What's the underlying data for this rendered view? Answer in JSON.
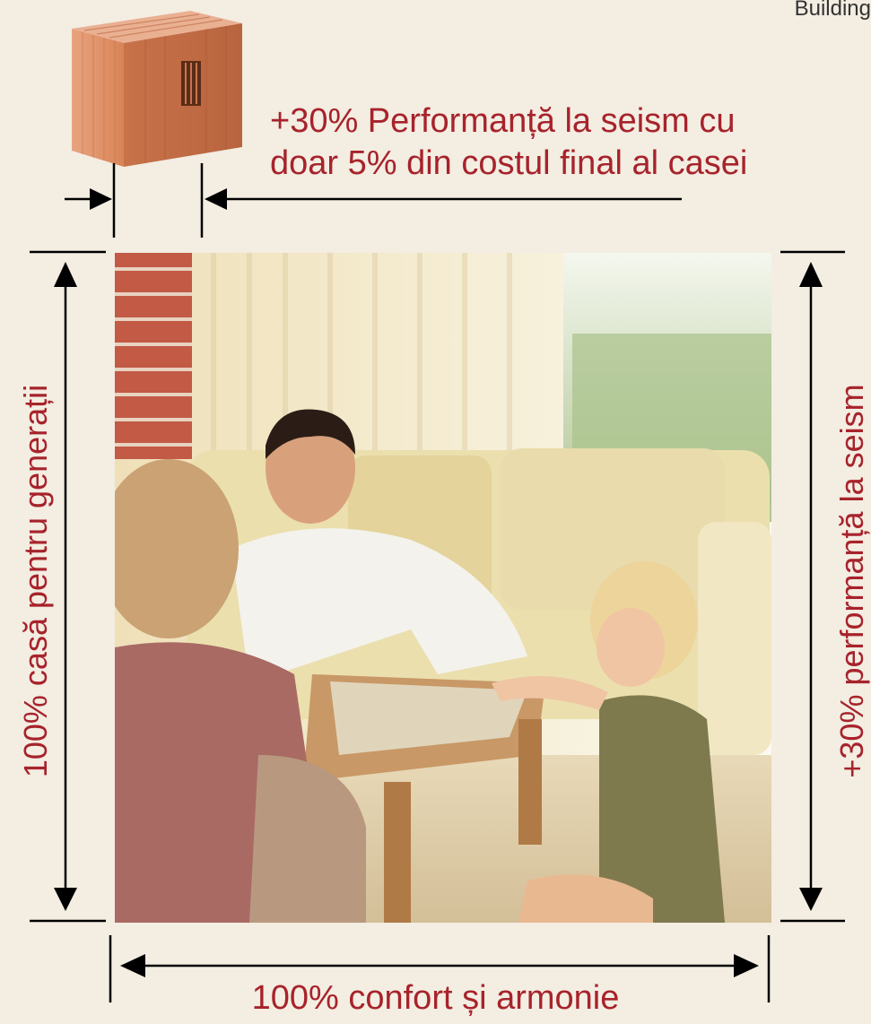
{
  "brand": {
    "text": "Building"
  },
  "headline": {
    "line1": "+30% Performanță la seism cu",
    "line2": "doar 5% din costul final al casei"
  },
  "captions": {
    "left": "100% casă pentru generații",
    "right": "+30% performanță la seism",
    "bottom": "100% confort și armonie"
  },
  "colors": {
    "accent": "#a7232b",
    "background": "#f3ede2",
    "brick": "#d9825a"
  },
  "icons": {
    "brick": "ceramic-brick-block",
    "arrow": "dimension-arrow"
  }
}
